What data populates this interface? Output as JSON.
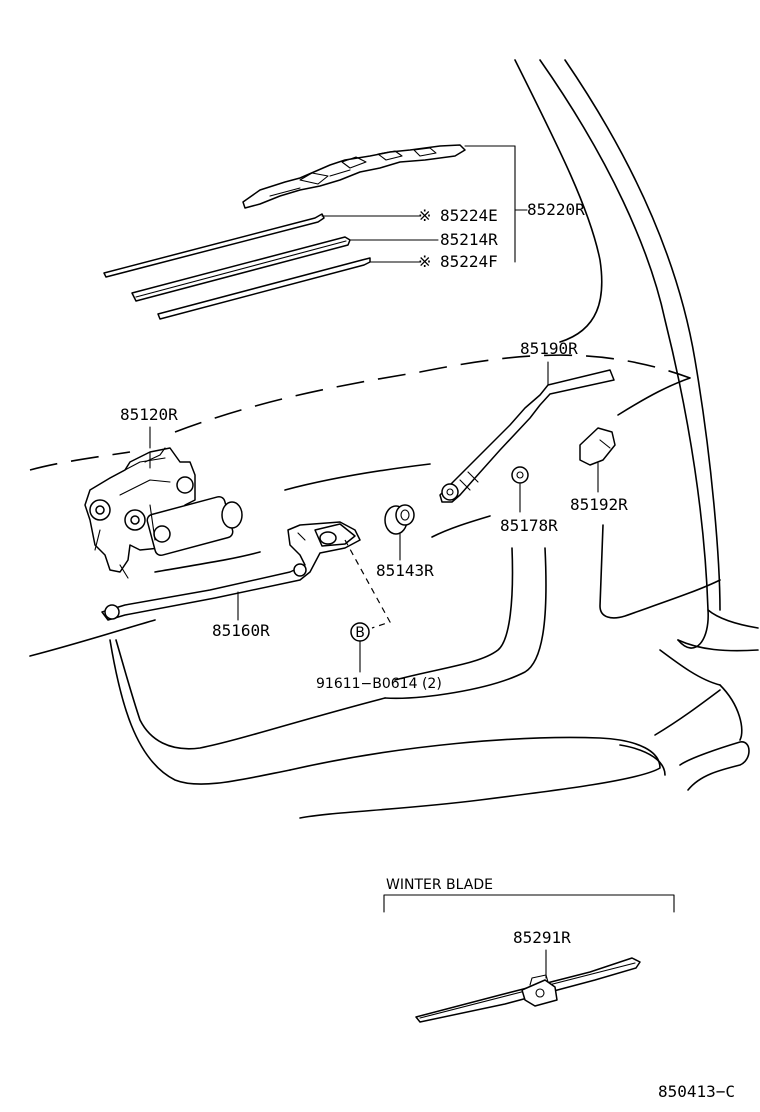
{
  "parts": {
    "blade_assembly": "85220R",
    "refill_upper": "85224E",
    "rubber": "85214R",
    "refill_lower": "85224F",
    "motor": "85120R",
    "arm": "85190R",
    "cap": "85192R",
    "nut": "85178R",
    "grommet": "85143R",
    "link": "85160R",
    "bolt": "91611−B0614 (2)",
    "winter_blade": "85291R"
  },
  "marks": {
    "asterisk": "※",
    "ref_b": "B"
  },
  "winter_section_title": "WINTER BLADE",
  "diagram_code": "850413−C"
}
